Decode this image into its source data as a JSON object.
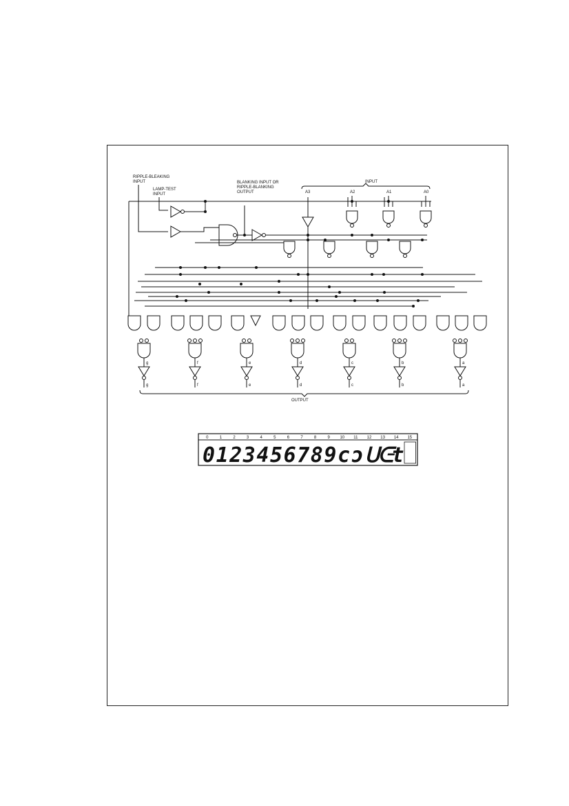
{
  "labels": {
    "ripple_blanking_input_1": "RIPPLE-BLEAKING",
    "ripple_blanking_input_2": "INPUT",
    "lamp_test_1": "LAMP-TEST",
    "lamp_test_2": "INPUT",
    "blanking_1": "BLANKING INPUT OR",
    "blanking_2": "RIPPLE-BLANKING",
    "blanking_3": "OUTPUT",
    "input": "INPUT",
    "output": "OUTPUT"
  },
  "inputs": [
    "A3",
    "A2",
    "A1",
    "A0"
  ],
  "outputs": [
    {
      "name": "g",
      "bar": "g"
    },
    {
      "name": "f",
      "bar": "f"
    },
    {
      "name": "e",
      "bar": "e"
    },
    {
      "name": "d",
      "bar": "d"
    },
    {
      "name": "c",
      "bar": "c"
    },
    {
      "name": "b",
      "bar": "b"
    },
    {
      "name": "a",
      "bar": "a"
    }
  ],
  "display": {
    "indices": [
      "0",
      "1",
      "2",
      "3",
      "4",
      "5",
      "6",
      "7",
      "8",
      "9",
      "10",
      "11",
      "12",
      "13",
      "14",
      "15"
    ],
    "glyphs": [
      "0",
      "1",
      "2",
      "3",
      "4",
      "5",
      "6",
      "7",
      "8",
      "9",
      "c",
      "ɔ",
      "ᑌ",
      "ᕮ",
      "t",
      ""
    ]
  }
}
